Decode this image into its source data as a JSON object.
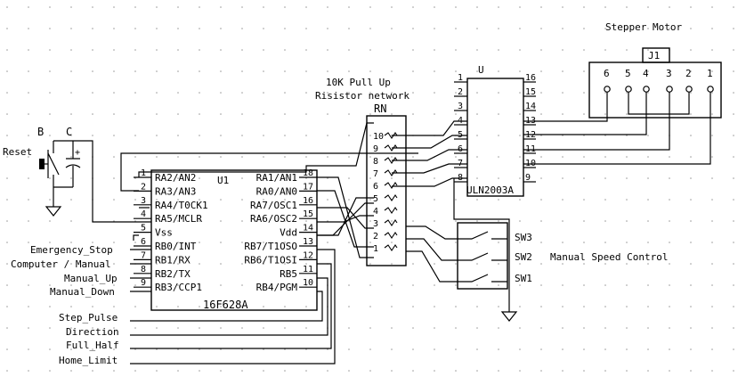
{
  "components": {
    "motor": {
      "title": "Stepper Motor",
      "ref": "J1",
      "pins": [
        "6",
        "5",
        "4",
        "3",
        "2",
        "1"
      ]
    },
    "driver": {
      "ref": "U",
      "part": "ULN2003A",
      "left_pins": [
        "1",
        "2",
        "3",
        "4",
        "5",
        "6",
        "7",
        "8"
      ],
      "right_pins": [
        "16",
        "15",
        "14",
        "13",
        "12",
        "11",
        "10",
        "9"
      ]
    },
    "resistor_network": {
      "title_line1": "10K Pull Up",
      "title_line2": "Risistor network",
      "ref": "RN",
      "pins": [
        "10",
        "9",
        "8",
        "7",
        "6",
        "5",
        "4",
        "3",
        "2",
        "1"
      ]
    },
    "mcu": {
      "ref": "U1",
      "part": "16F628A",
      "left_pins": [
        {
          "num": "1",
          "name": "RA2/AN2"
        },
        {
          "num": "2",
          "name": "RA3/AN3"
        },
        {
          "num": "3",
          "name": "RA4/T0CK1"
        },
        {
          "num": "4",
          "name": "RA5/MCLR"
        },
        {
          "num": "5",
          "name": "Vss"
        },
        {
          "num": "6",
          "name": "RB0/INT"
        },
        {
          "num": "7",
          "name": "RB1/RX"
        },
        {
          "num": "8",
          "name": "RB2/TX"
        },
        {
          "num": "9",
          "name": "RB3/CCP1"
        }
      ],
      "right_pins": [
        {
          "num": "18",
          "name": "RA1/AN1"
        },
        {
          "num": "17",
          "name": "RA0/AN0"
        },
        {
          "num": "16",
          "name": "RA7/OSC1"
        },
        {
          "num": "15",
          "name": "RA6/OSC2"
        },
        {
          "num": "14",
          "name": "Vdd"
        },
        {
          "num": "13",
          "name": "RB7/T1OSO"
        },
        {
          "num": "12",
          "name": "RB6/T1OSI"
        },
        {
          "num": "11",
          "name": "RB5"
        },
        {
          "num": "10",
          "name": "RB4/PGM"
        }
      ]
    },
    "reset": {
      "label": "Reset",
      "ref_b": "B",
      "ref_c": "C",
      "cap_plus": "+"
    },
    "switches": {
      "labels": [
        "SW3",
        "SW2",
        "SW1"
      ],
      "group_label": "Manual Speed Control"
    }
  },
  "signals": {
    "inputs": [
      "Emergency_Stop",
      "Computer / Manual",
      "Manual_Up",
      "Manual_Down"
    ],
    "outputs": [
      "Step_Pulse",
      "Direction",
      "Full_Half",
      "Home_Limit"
    ]
  }
}
